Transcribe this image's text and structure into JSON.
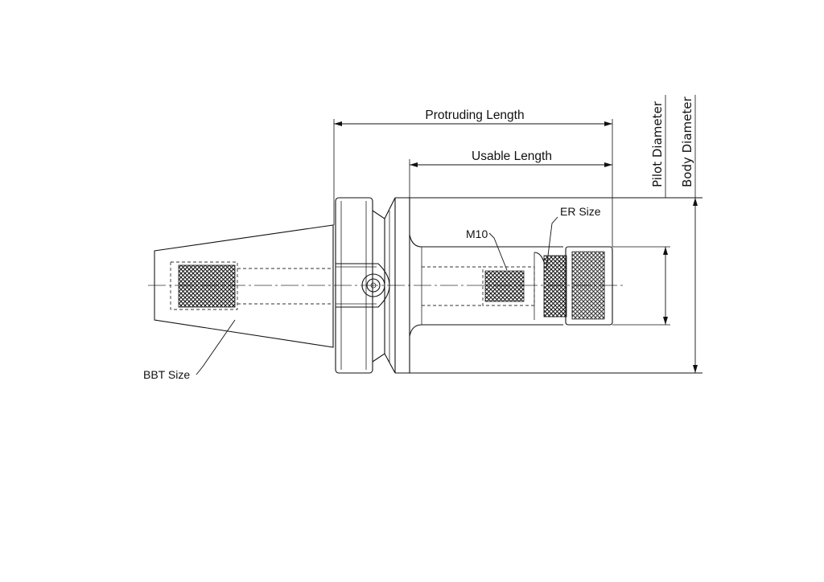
{
  "labels": {
    "protruding_length": "Protruding Length",
    "usable_length": "Usable Length",
    "pilot_diameter": "Pilot Diameter",
    "body_diameter": "Body Diameter",
    "er_size": "ER Size",
    "m10": "M10",
    "bbt_size": "BBT Size"
  },
  "colors": {
    "line": "#111111",
    "background": "#ffffff"
  }
}
